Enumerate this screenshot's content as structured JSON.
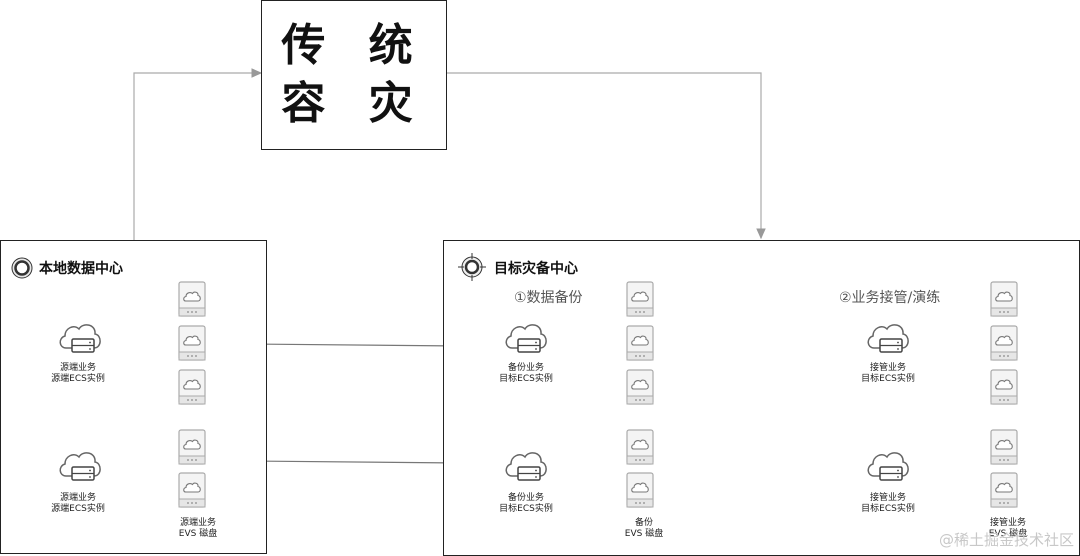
{
  "traditional_dr": {
    "line1": "传 统",
    "line2": "容 灾"
  },
  "local_dc": {
    "title": "本地数据中心",
    "row1": {
      "instance": "源端业务\n源端ECS实例"
    },
    "row2": {
      "instance": "源端业务\n源端ECS实例",
      "disk": "源端业务\nEVS 磁盘"
    }
  },
  "target_dc": {
    "title": "目标灾备中心",
    "step1": "①数据备份",
    "step2": "②业务接管/演练",
    "backup_row1": "备份业务\n目标ECS实例",
    "backup_row2": "备份业务\n目标ECS实例",
    "backup_disk": "备份\nEVS 磁盘",
    "takeover_row1": "接管业务\n目标ECS实例",
    "takeover_row2": "接管业务\n目标ECS实例",
    "takeover_disk": "接管业务\nEVS 磁盘"
  },
  "watermark": "@稀土掘金技术社区",
  "colors": {
    "line": "#aaaaaa",
    "stroke": "#222222",
    "icon": "#777777"
  }
}
